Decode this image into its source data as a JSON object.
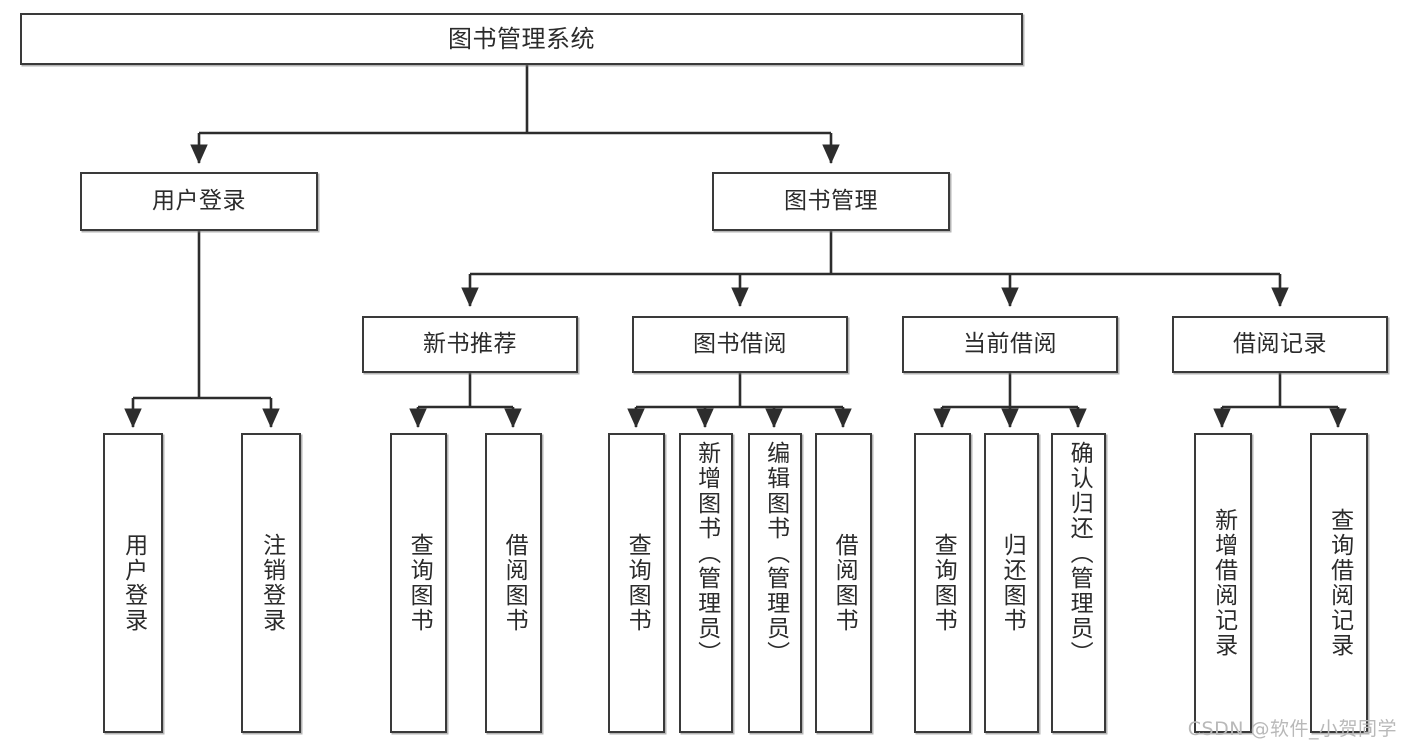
{
  "diagram": {
    "title": "图书管理系统",
    "type": "tree-hierarchy",
    "watermark": "CSDN @软件_小贺同学",
    "colors": {
      "box_border": "#3a3a3a",
      "box_fill": "#ffffff",
      "edge": "#2d2d2d",
      "text": "#2b2b2b",
      "watermark": "#b9b9b9",
      "background": "#ffffff"
    },
    "root": {
      "label": "图书管理系统"
    },
    "level2": [
      {
        "label": "用户登录"
      },
      {
        "label": "图书管理"
      }
    ],
    "level3": [
      {
        "label": "新书推荐"
      },
      {
        "label": "图书借阅"
      },
      {
        "label": "当前借阅"
      },
      {
        "label": "借阅记录"
      }
    ],
    "leaves": {
      "user_login": [
        {
          "label": "用户登录"
        },
        {
          "label": "注销登录"
        }
      ],
      "new_book_recommend": [
        {
          "label": "查询图书"
        },
        {
          "label": "借阅图书"
        }
      ],
      "book_borrow": [
        {
          "label": "查询图书"
        },
        {
          "label": "新增图书（管理员）"
        },
        {
          "label": "编辑图书（管理员）"
        },
        {
          "label": "借阅图书"
        }
      ],
      "current_borrow": [
        {
          "label": "查询图书"
        },
        {
          "label": "归还图书"
        },
        {
          "label": "确认归还（管理员）"
        }
      ],
      "borrow_record": [
        {
          "label": "新增借阅记录"
        },
        {
          "label": "查询借阅记录"
        }
      ]
    }
  }
}
